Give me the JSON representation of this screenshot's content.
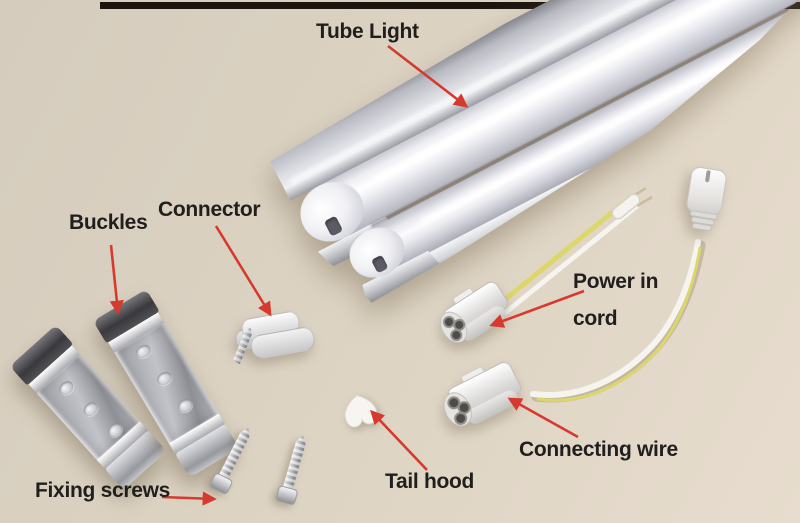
{
  "colors": {
    "background_beige": "#dbd2c2",
    "top_strip_dark": "#1b150e",
    "arrow_red": "#d63a2f",
    "label_text": "#201f1d",
    "tube_frosted_white": "#f7f7fa",
    "aluminum_silver": "#c7c8ce",
    "wire_yellow": "#dcd76a",
    "wire_white": "#f6f4ef"
  },
  "labels": {
    "tube_light": "Tube Light",
    "buckles": "Buckles",
    "connector": "Connector",
    "power_in_line1": "Power in",
    "power_in_line2": "cord",
    "connecting_wire": "Connecting wire",
    "fixing_screws": "Fixing screws",
    "tail_hood": "Tail hood"
  }
}
